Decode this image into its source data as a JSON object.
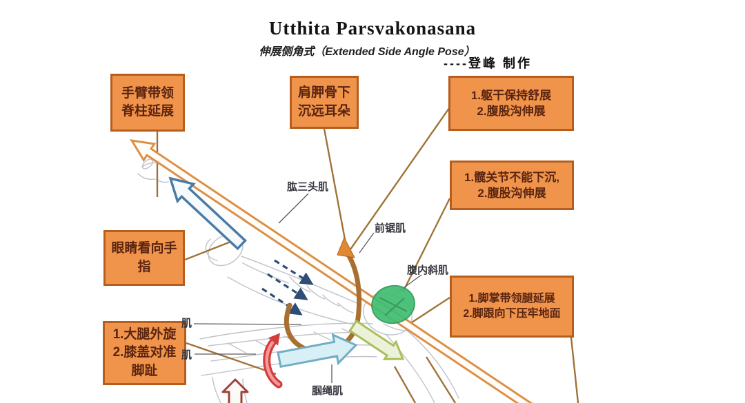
{
  "header": {
    "title": "Utthita Parsvakonasana",
    "subtitle": "伸展侧角式（Extended Side Angle Pose）",
    "credit": "----登峰 制作"
  },
  "callouts": [
    {
      "id": "arm-leads-spine",
      "lines": [
        "手臂带领",
        "脊柱延展"
      ]
    },
    {
      "id": "scapula-away-from-ears",
      "lines": [
        "肩胛骨下",
        "沉远耳朵"
      ]
    },
    {
      "id": "torso-stays-open",
      "lines": [
        "1.躯干保持舒展",
        "2.腹股沟伸展"
      ]
    },
    {
      "id": "hip-must-not-sink",
      "lines": [
        "1.髋关节不能下沉,",
        "2.腹股沟伸展"
      ]
    },
    {
      "id": "eyes-to-fingers",
      "lines": [
        "眼睛看向手",
        "指"
      ]
    },
    {
      "id": "thigh-external-rotation",
      "lines": [
        "1.大腿外旋",
        "2.膝盖对准",
        "脚趾"
      ]
    },
    {
      "id": "foot-leads-leg",
      "lines": [
        "1.脚掌带领腿延展",
        "2.脚跟向下压牢地面"
      ]
    }
  ],
  "muscle_labels": [
    {
      "id": "triceps",
      "text": "肱三头肌"
    },
    {
      "id": "serratus-anterior",
      "text": "前锯肌"
    },
    {
      "id": "internal-oblique",
      "text": "腹内斜肌"
    },
    {
      "id": "hamstrings",
      "text": "腘绳肌"
    },
    {
      "id": "hidden-muscle-1",
      "text": "肌"
    },
    {
      "id": "hidden-muscle-2",
      "text": "肌"
    }
  ],
  "annotations": [
    {
      "id": "extension-line-arrow",
      "meaning": "line of extension from heel through arm",
      "color": "#DD8F45"
    },
    {
      "id": "gaze-arrow",
      "meaning": "gaze direction toward fingers",
      "color": "#4A7BA6"
    },
    {
      "id": "scapula-dashed-arrows",
      "meaning": "scapula slides down the back",
      "color": "#2E4E75"
    },
    {
      "id": "torso-spiral-arrow",
      "meaning": "torso revolves open",
      "color": "#A86F30"
    },
    {
      "id": "thigh-rotation-arrow",
      "meaning": "thigh rotates outward",
      "color": "#D53C3C"
    },
    {
      "id": "leg-extension-arrow",
      "meaning": "leg extends forward",
      "color": "#6FAEC5"
    },
    {
      "id": "shin-press-arrow",
      "meaning": "press down through back leg",
      "color": "#A9BE5A"
    },
    {
      "id": "hip-marker",
      "meaning": "hip joint marker",
      "color": "#41BD72"
    },
    {
      "id": "lift-up-arrow",
      "meaning": "lift upward under thigh",
      "color": "#A04038"
    }
  ],
  "colors": {
    "callout_fill": "#F0944C",
    "callout_border": "#B55E1E",
    "callout_text": "#5A2410",
    "connector": "#9F7238",
    "leader": "#5A5A5A",
    "sketch": "#A3A7AF"
  }
}
